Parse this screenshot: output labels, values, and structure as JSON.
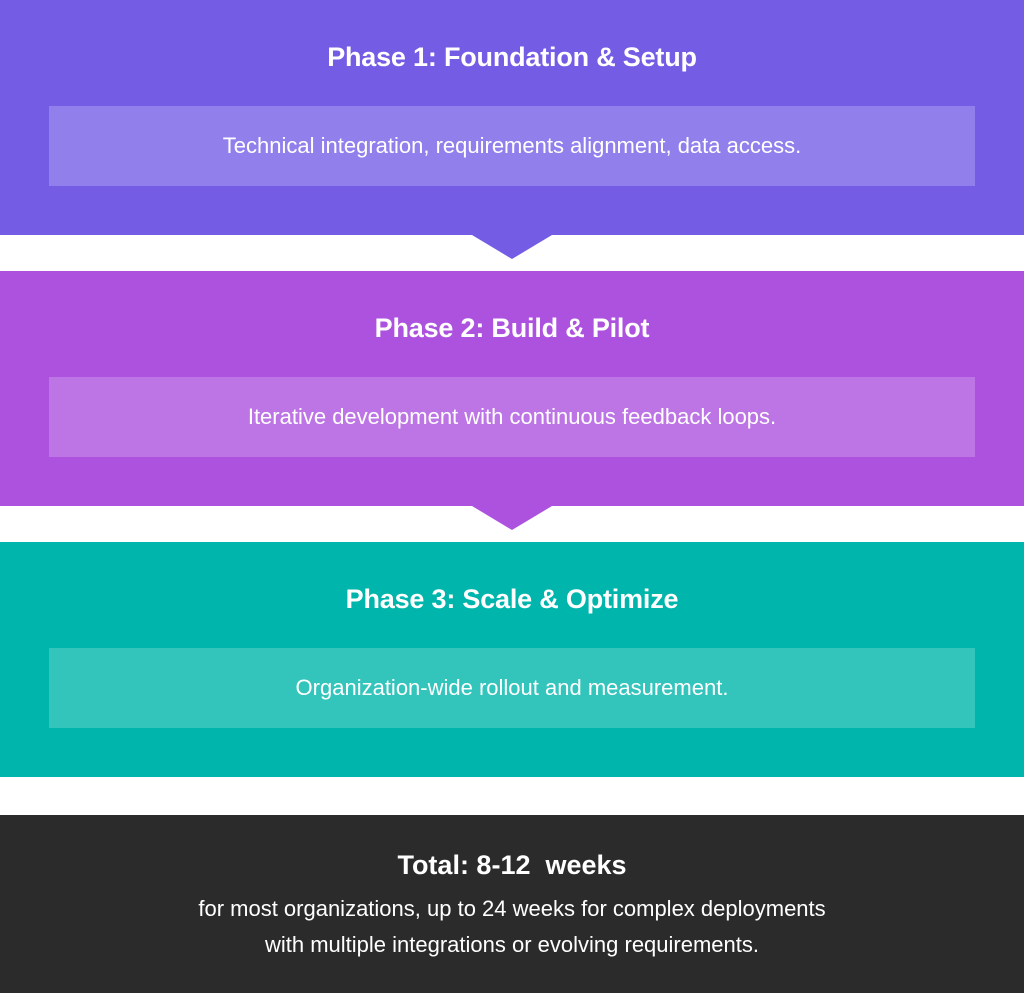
{
  "phases": [
    {
      "title": "Phase 1: Foundation & Setup",
      "description": "Technical integration, requirements alignment, data access.",
      "color": "#745ce5",
      "panel_color": "#9180ec"
    },
    {
      "title": "Phase 2: Build & Pilot",
      "description": "Iterative development with continuous feedback loops.",
      "color": "#ac52df",
      "panel_color": "#bd75e5"
    },
    {
      "title": "Phase 3: Scale & Optimize",
      "description": "Organization-wide rollout and measurement.",
      "color": "#00b5ab",
      "panel_color": "#33c4bc"
    }
  ],
  "total": {
    "title": "Total: 8-12  weeks",
    "line1": "for most organizations, up to 24 weeks for complex deployments",
    "line2": "with multiple integrations or evolving requirements.",
    "color": "#2b2b2c"
  }
}
